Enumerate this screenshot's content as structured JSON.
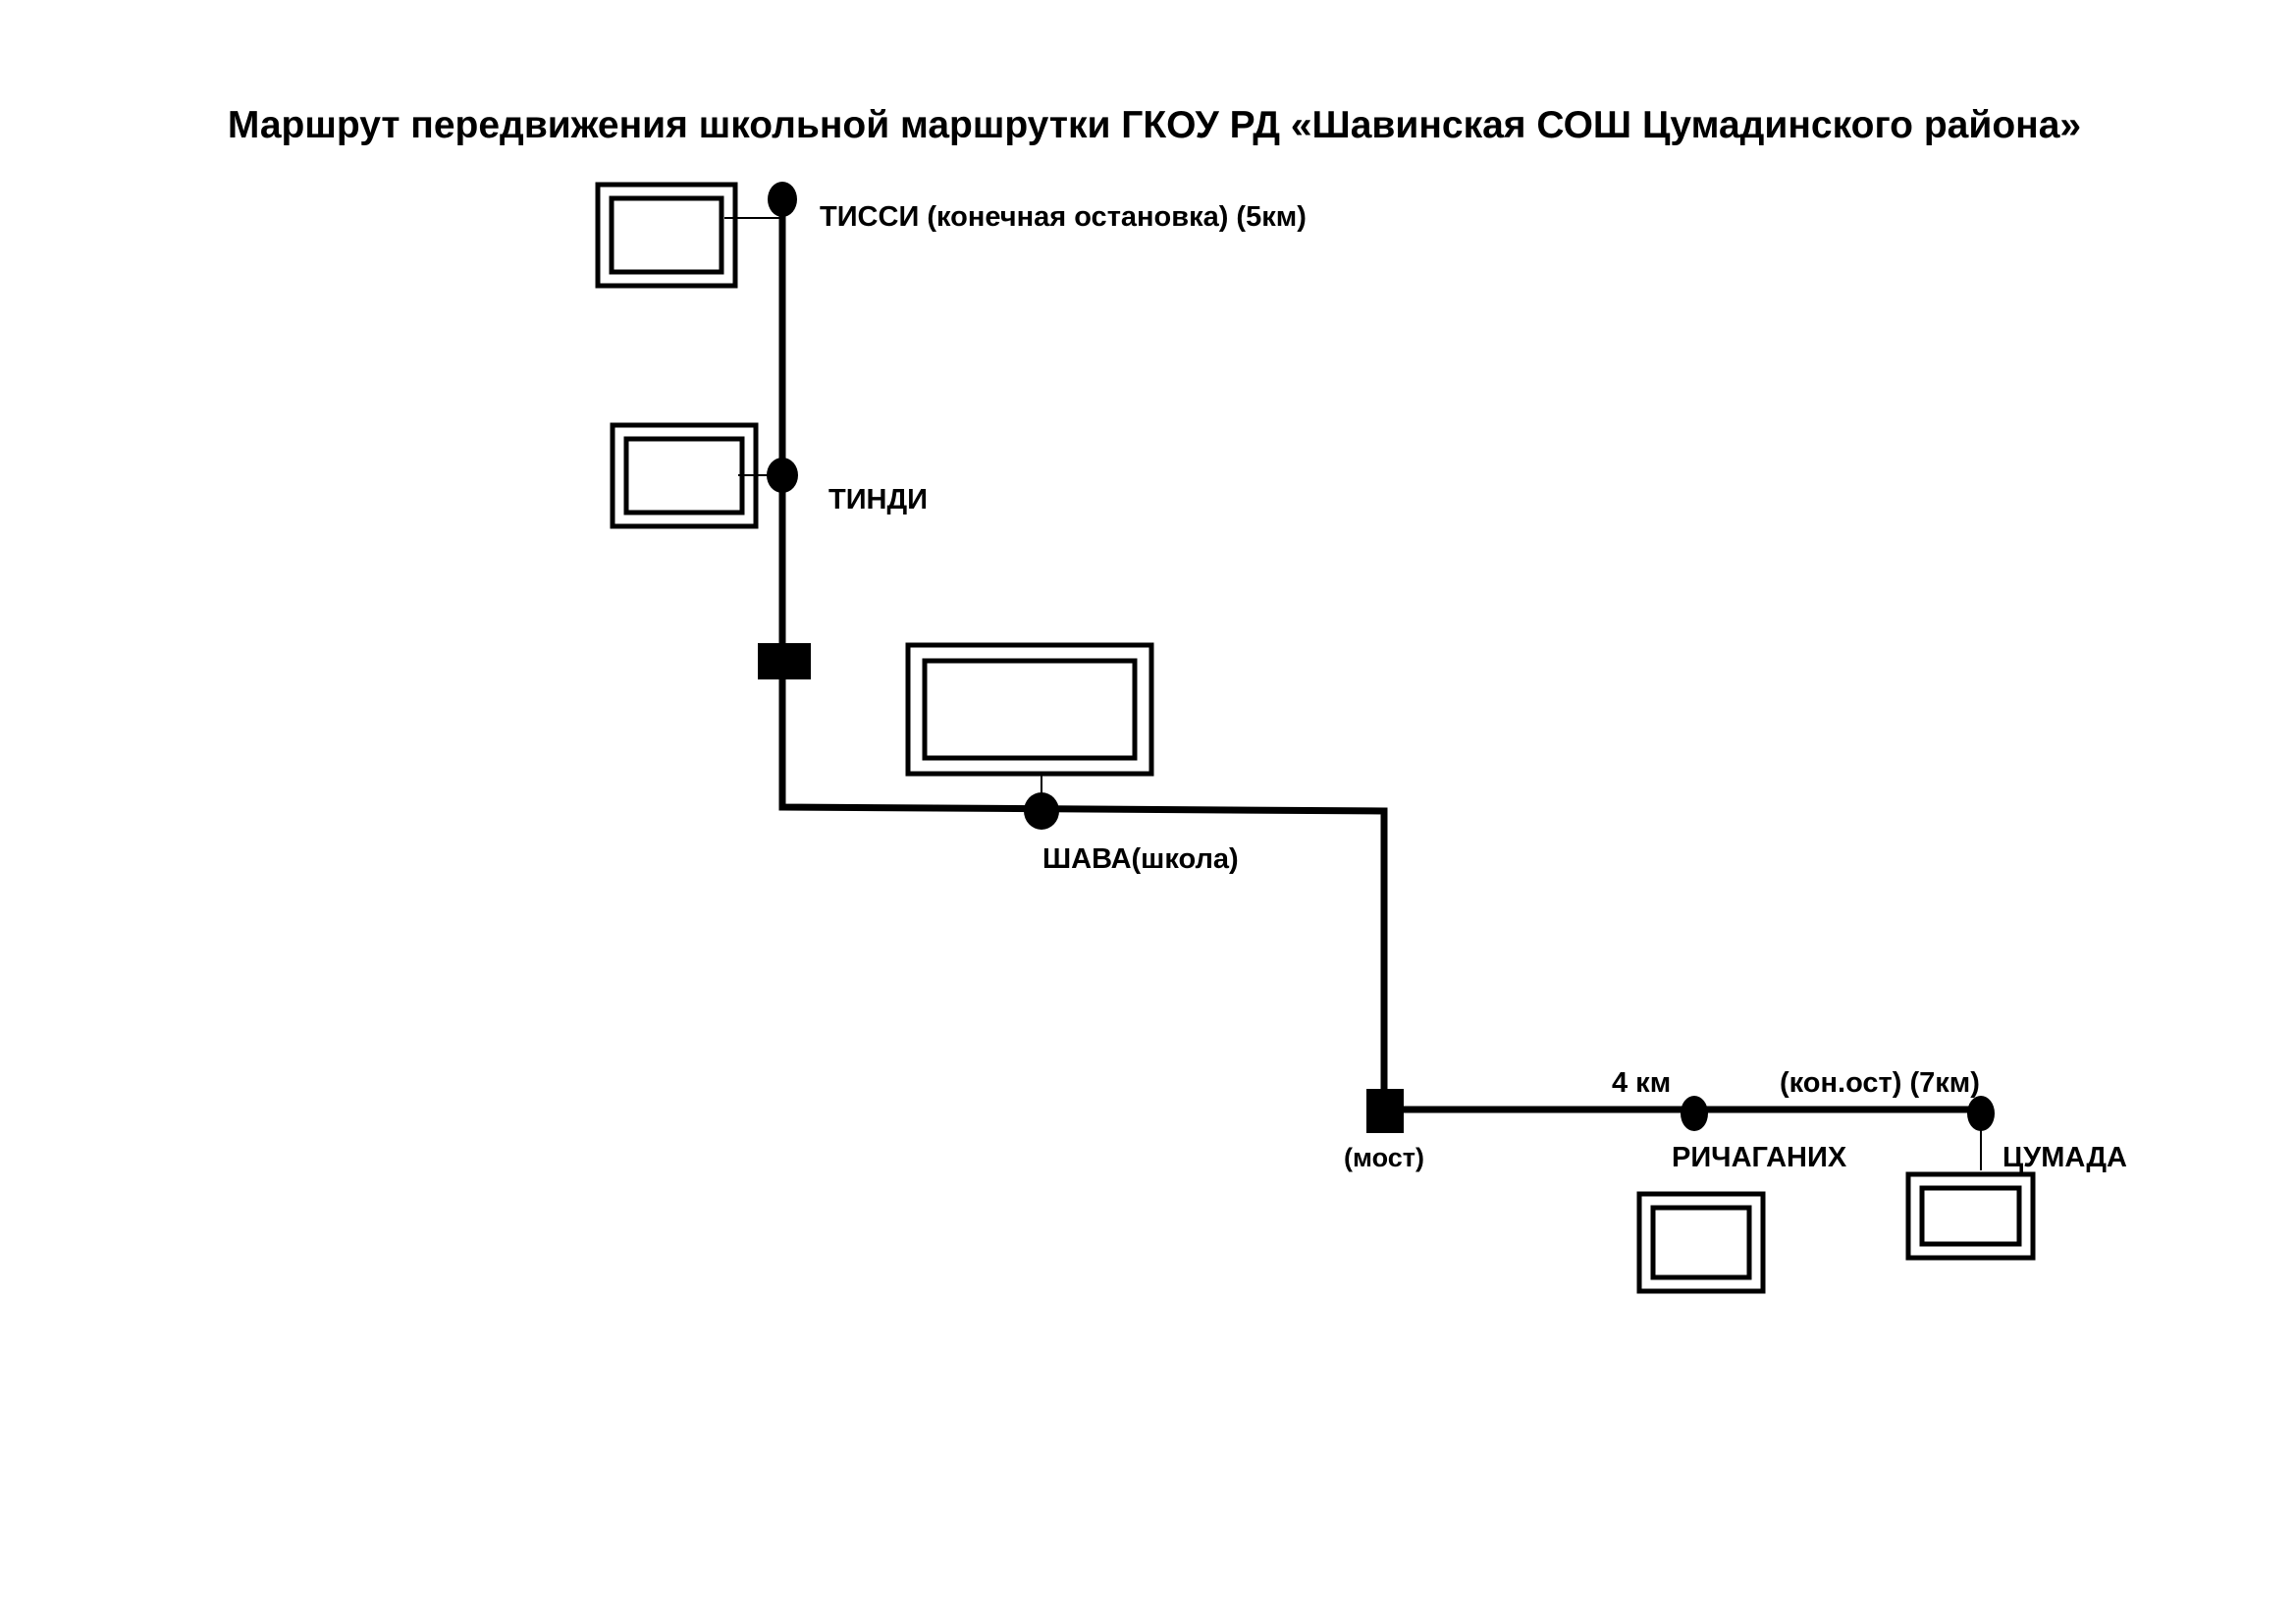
{
  "title": "Маршрут передвижения школьной маршрутки ГКОУ РД «Шавинская СОШ Цумадинского района»",
  "stops": {
    "tissi": "ТИССИ (конечная остановка) (5км)",
    "tindi": "ТИНДИ",
    "shava": "ШАВА(школа)",
    "most": "(мост)",
    "richaganih": "РИЧАГАНИХ",
    "richaganih_distance": "4 км",
    "tsumada": "ЦУМАДА",
    "tsumada_distance": "(кон.ост) (7км)"
  },
  "colors": {
    "line": "#000000",
    "background": "#ffffff"
  }
}
